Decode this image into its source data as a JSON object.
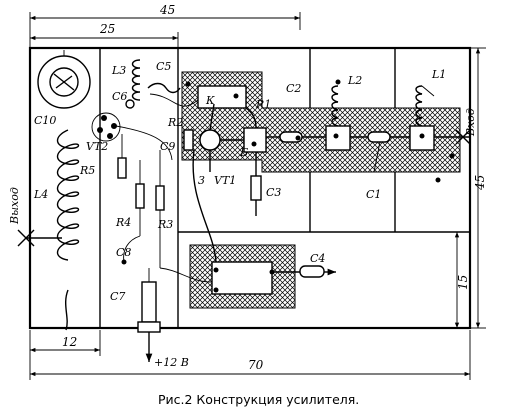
{
  "labels": {
    "L1": "L1",
    "L2": "L2",
    "L3": "L3",
    "L4": "L4",
    "C1": "C1",
    "C2": "C2",
    "C3": "C3",
    "C4": "C4",
    "C5": "C5",
    "C6": "C6",
    "C7": "C7",
    "C8": "C8",
    "C9": "C9",
    "C10": "C10",
    "R1": "R1",
    "R2": "R2",
    "R3": "R3",
    "R4": "R4",
    "R5": "R5",
    "VT1": "VT1",
    "VT2": "VT2",
    "vhod": "Вход",
    "vyhod": "Выход",
    "plus12": "+12 В",
    "pin_k": "К",
    "pin_3": "3",
    "pin_b": "Б"
  },
  "dimensions": {
    "d45_top": "45",
    "d25": "25",
    "d45_right": "45",
    "d15": "15",
    "d12": "12",
    "d70": "70"
  },
  "caption": "Рис.2  Конструкция усилителя."
}
